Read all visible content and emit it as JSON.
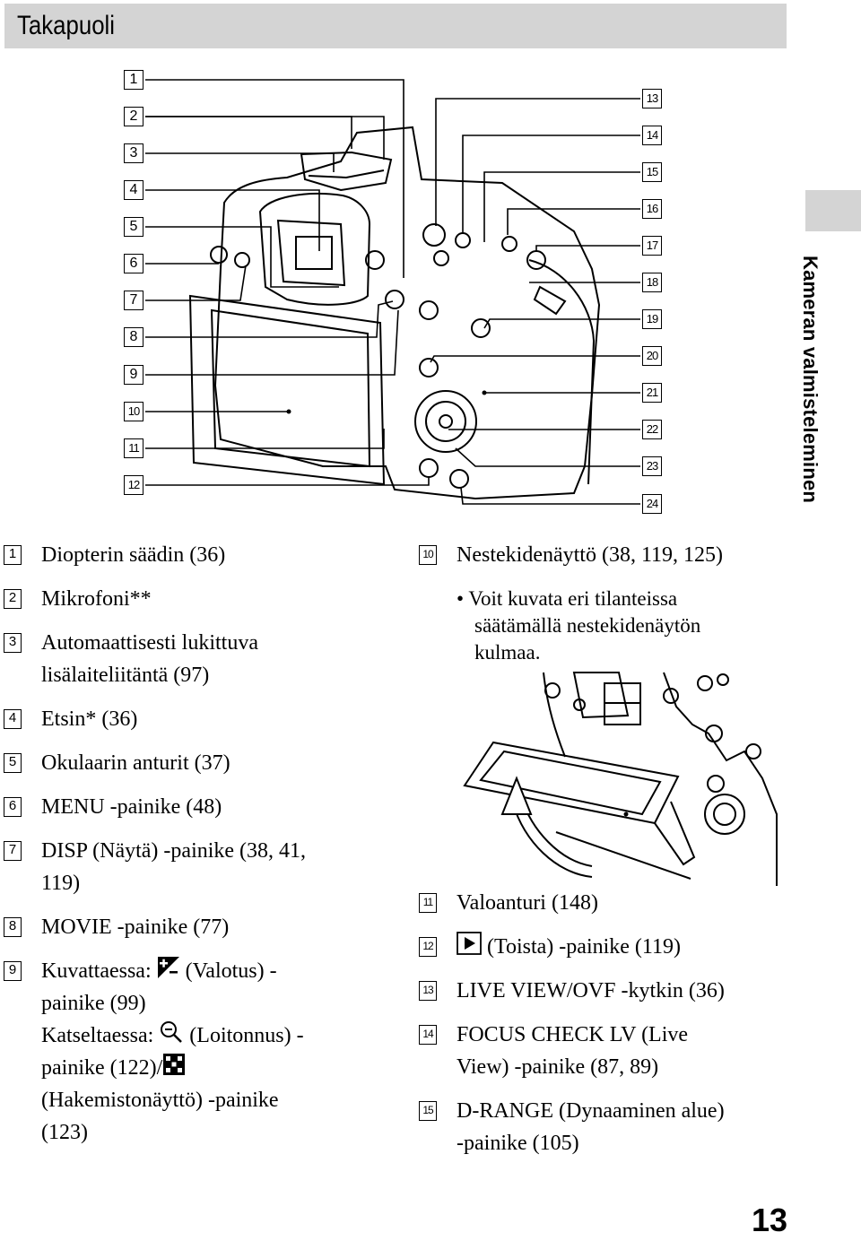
{
  "header": {
    "title": "Takapuoli"
  },
  "side_label": "Kameran valmisteleminen",
  "page_number": "13",
  "callouts": [
    "1",
    "2",
    "3",
    "4",
    "5",
    "6",
    "7",
    "8",
    "9",
    "10",
    "11",
    "12",
    "13",
    "14",
    "15",
    "16",
    "17",
    "18",
    "19",
    "20",
    "21",
    "22",
    "23",
    "24"
  ],
  "items_left": [
    {
      "num": "1",
      "lines": [
        "Diopterin säädin (36)"
      ]
    },
    {
      "num": "2",
      "lines": [
        "Mikrofoni**"
      ]
    },
    {
      "num": "3",
      "lines": [
        "Automaattisesti lukittuva",
        "lisälaiteliitäntä (97)"
      ]
    },
    {
      "num": "4",
      "lines": [
        "Etsin* (36)"
      ]
    },
    {
      "num": "5",
      "lines": [
        "Okulaarin anturit (37)"
      ]
    },
    {
      "num": "6",
      "lines": [
        "MENU -painike (48)"
      ]
    },
    {
      "num": "7",
      "lines": [
        "DISP (Näytä) -painike (38, 41,",
        "119)"
      ]
    },
    {
      "num": "8",
      "lines": [
        "MOVIE -painike (77)"
      ]
    }
  ],
  "item9": {
    "num": "9",
    "line1_a": "Kuvattaessa:",
    "line1_b": "(Valotus) -",
    "line2": "painike (99)",
    "line3_a": "Katseltaessa:",
    "line3_b": "(Loitonnus) -",
    "line4_a": "painike (122)/",
    "line5": "(Hakemistonäyttö) -painike",
    "line6": "(123)"
  },
  "item10": {
    "num": "10",
    "text": "Nestekidenäyttö (38, 119, 125)",
    "bullet_lines": [
      "• Voit kuvata eri tilanteissa",
      "säätämällä nestekidenäytön",
      "kulmaa."
    ]
  },
  "items_right": [
    {
      "num": "11",
      "lines": [
        "Valoanturi (148)"
      ]
    },
    {
      "num": "12",
      "lines": [
        "(Toista) -painike (119)"
      ]
    },
    {
      "num": "13",
      "lines": [
        "LIVE VIEW/OVF -kytkin (36)"
      ]
    },
    {
      "num": "14",
      "lines": [
        "FOCUS CHECK LV (Live",
        "View) -painike (87, 89)"
      ]
    },
    {
      "num": "15",
      "lines": [
        "D-RANGE (Dynaaminen alue)",
        "-painike (105)"
      ]
    }
  ],
  "icons": [
    "exposure-icon",
    "zoom-out-icon",
    "index-view-icon",
    "play-icon"
  ]
}
